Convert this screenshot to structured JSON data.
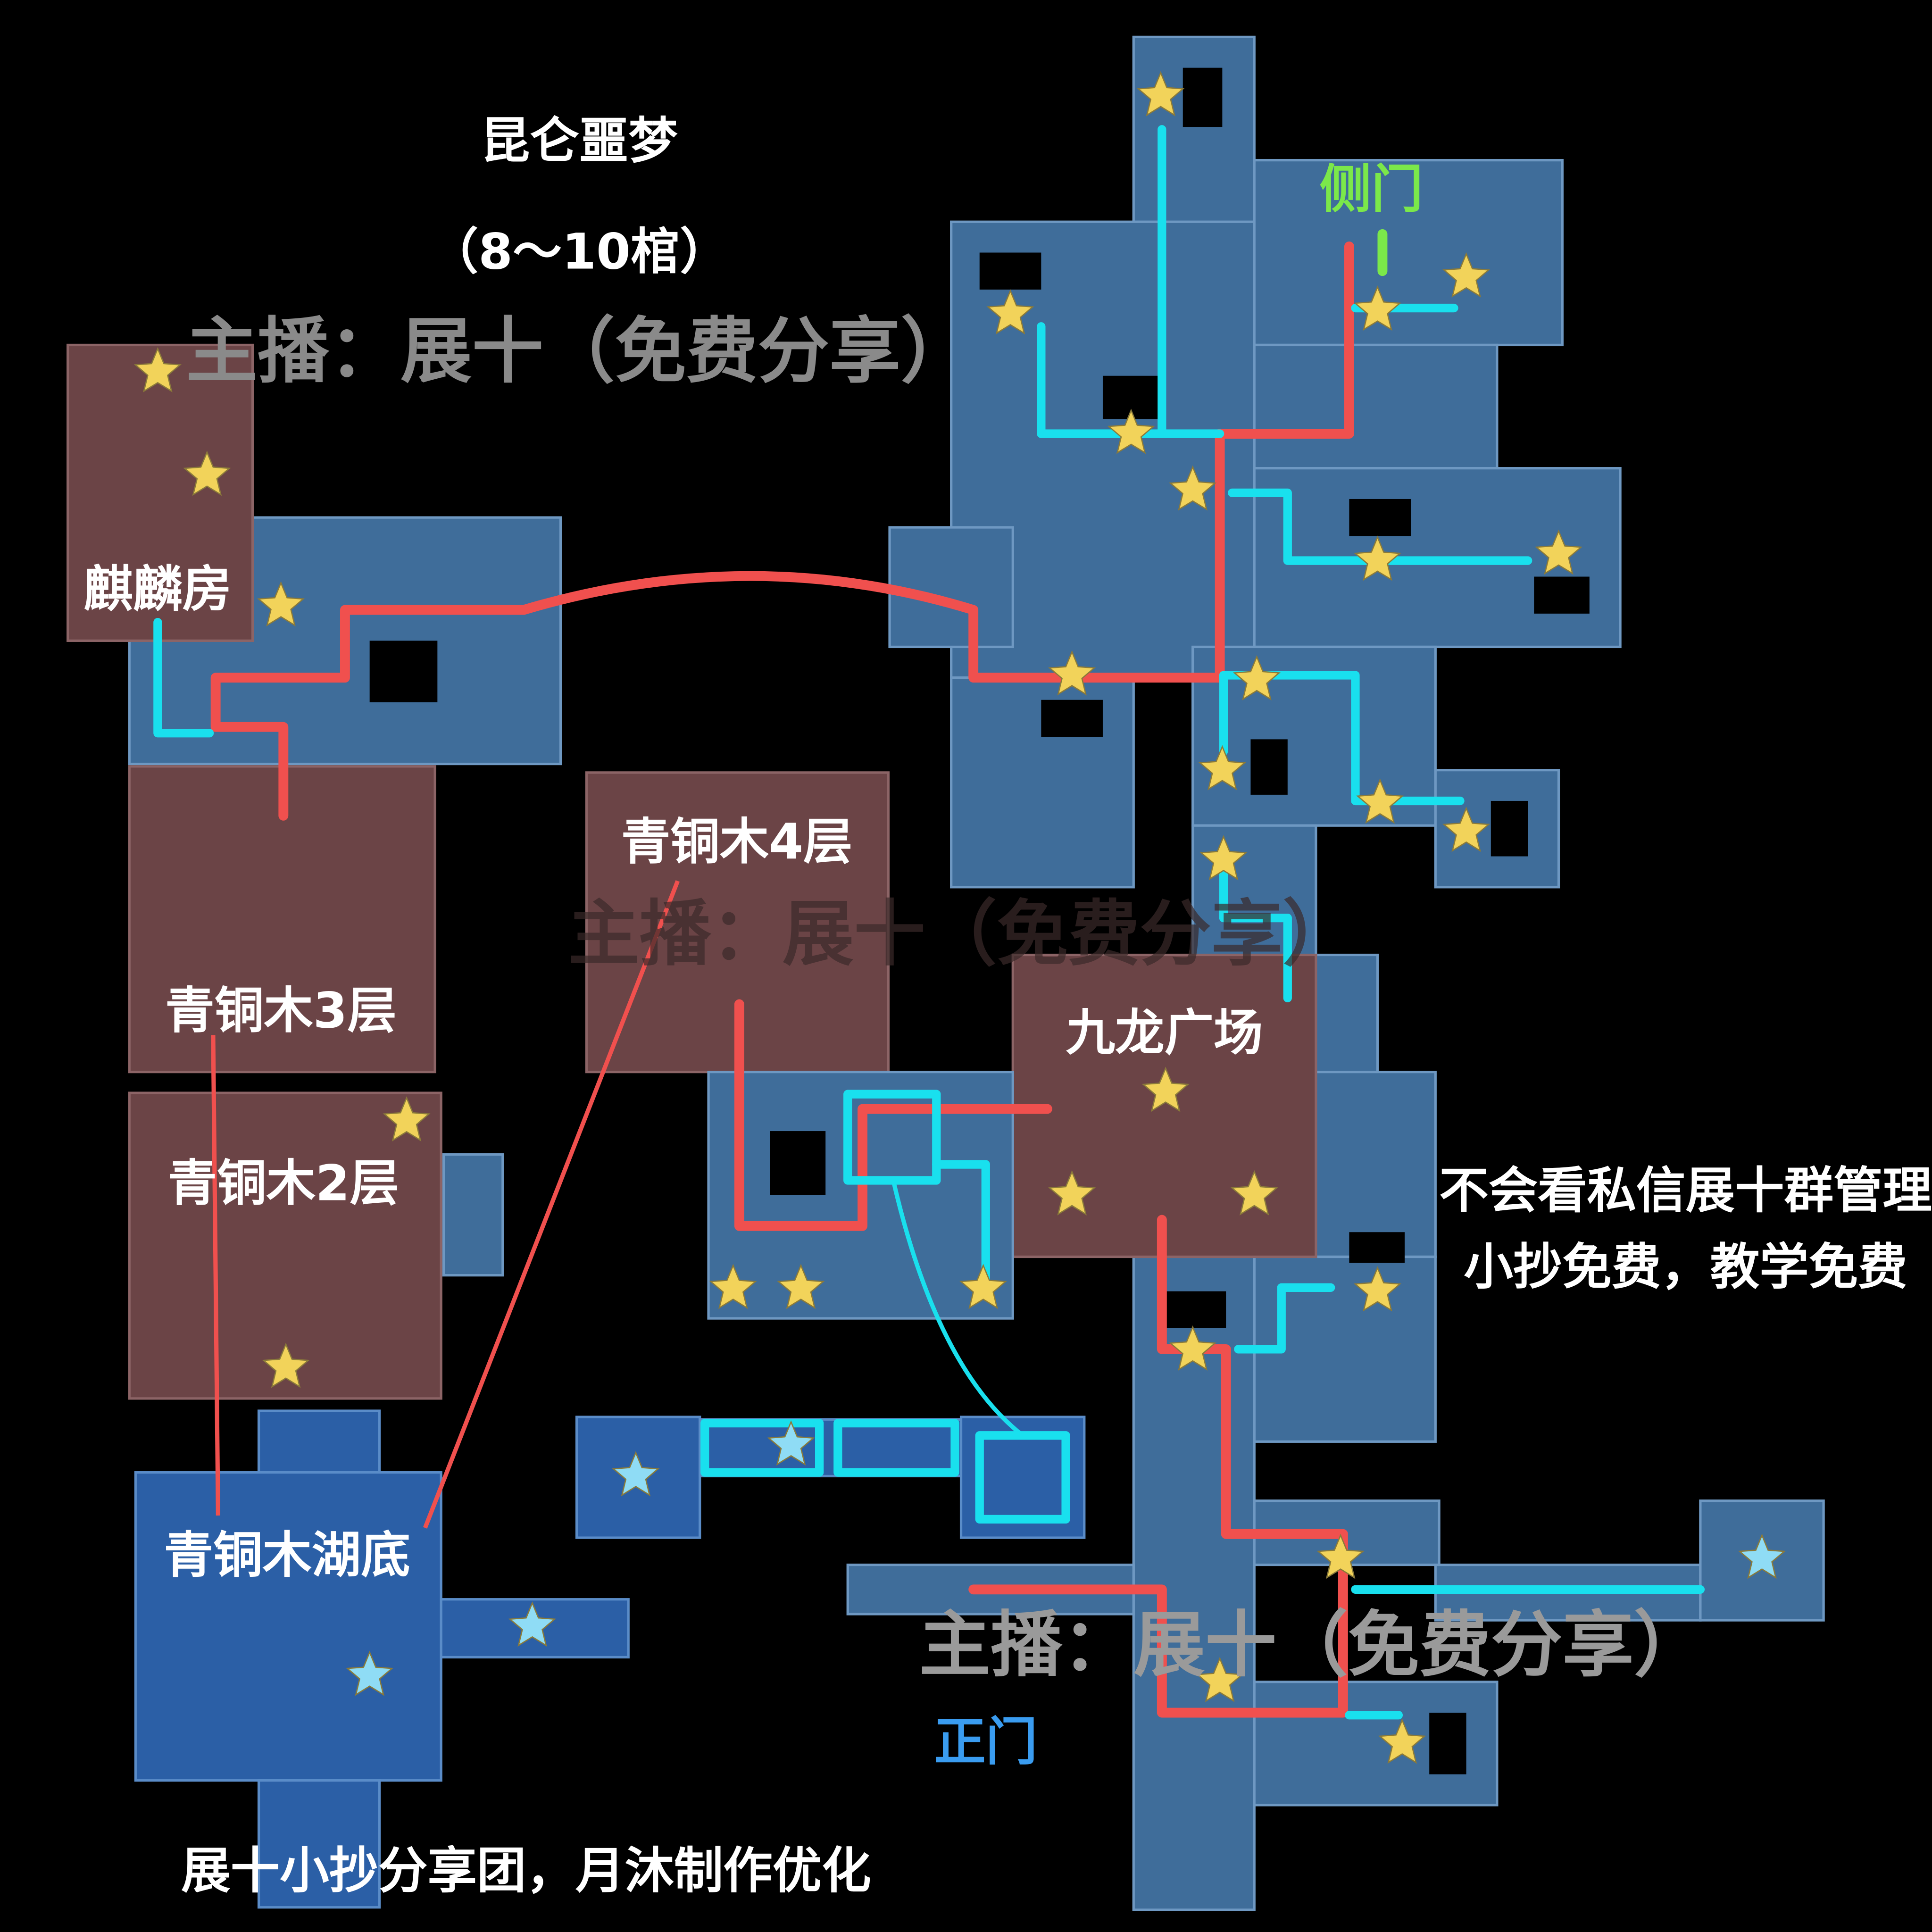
{
  "title": "昆仑噩梦",
  "subtitle": "（8～10棺）",
  "watermark": "主播：展十（免费分享）",
  "rooms": {
    "qilin": "麒麟房",
    "bronze3": "青铜木3层",
    "bronze2": "青铜木2层",
    "bronze_lake": "青铜木湖底",
    "bronze4": "青铜木4层",
    "jiulong": "九龙广场"
  },
  "doors": {
    "side": "侧门",
    "main": "正门"
  },
  "notice_line1": "不会看私信展十群管理",
  "notice_line2": "小抄免费，教学免费",
  "footer": "展十小抄分享团，月沐制作优化",
  "colors": {
    "route_red": "#f0504e",
    "route_cyan": "#19e0ee",
    "side_door": "#7be84a",
    "main_door": "#3a9cf0",
    "star": "#f2d35a"
  }
}
